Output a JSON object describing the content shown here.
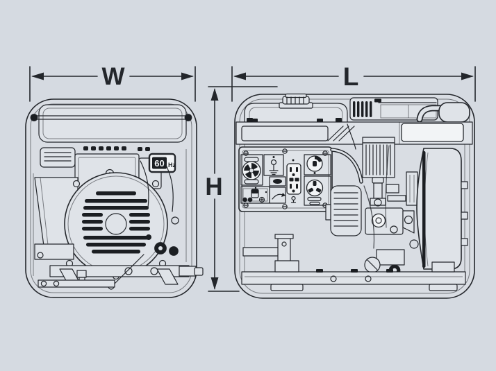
{
  "dimension_labels": {
    "width": "W",
    "length": "L",
    "height": "H"
  },
  "badge": {
    "frequency_value": "60",
    "frequency_unit": "Hz"
  },
  "colors": {
    "background": "#d5dae1",
    "line": "#23262b",
    "panel_fill": "#dfe3e8",
    "light_fill": "#d9dde3",
    "white_fill": "#f2f4f6",
    "dark_fill": "#1b1e22"
  }
}
